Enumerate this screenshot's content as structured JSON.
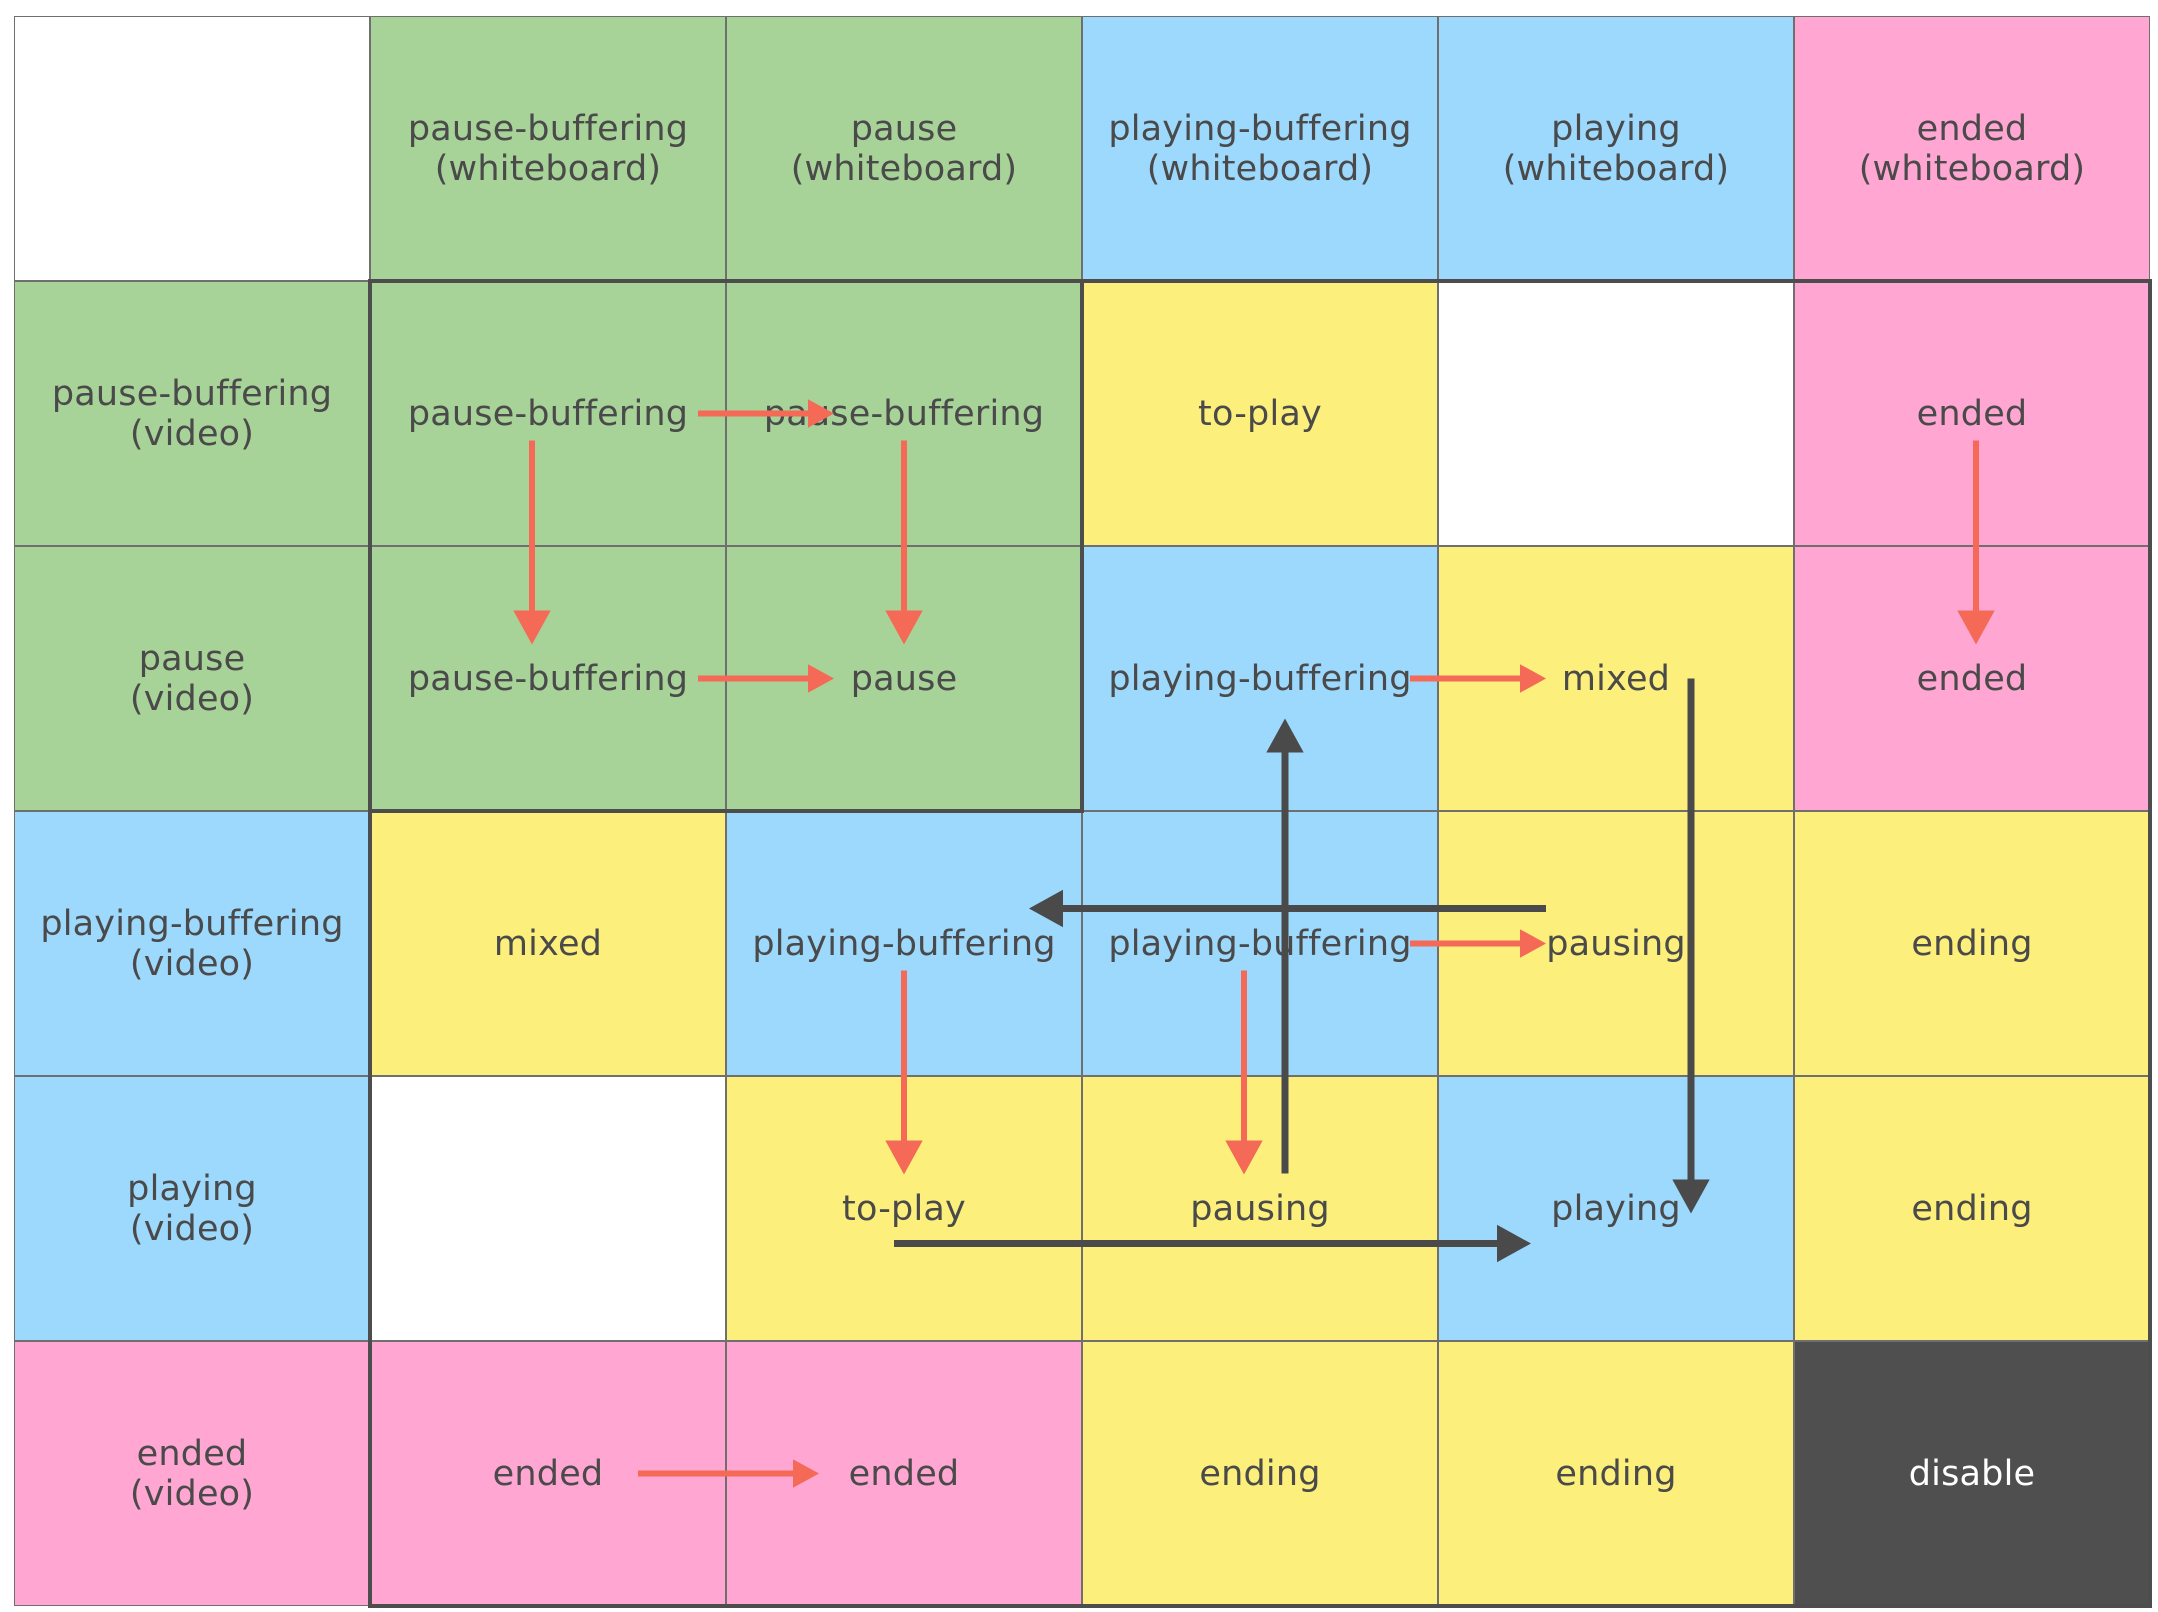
{
  "colors": {
    "green": "#a8d398",
    "blue": "#9dd8fd",
    "pink": "#ffa6d2",
    "yellow": "#fdef7b",
    "white": "#ffffff",
    "dark": "#4f4f4f",
    "arrow_red": "#f46a57",
    "arrow_dark": "#4a4a4a"
  },
  "columns": [
    {
      "lines": [
        "pause-buffering",
        "(whiteboard)"
      ],
      "color": "green"
    },
    {
      "lines": [
        "pause",
        "(whiteboard)"
      ],
      "color": "green"
    },
    {
      "lines": [
        "playing-buffering",
        "(whiteboard)"
      ],
      "color": "blue"
    },
    {
      "lines": [
        "playing",
        "(whiteboard)"
      ],
      "color": "blue"
    },
    {
      "lines": [
        "ended",
        "(whiteboard)"
      ],
      "color": "pink"
    }
  ],
  "rows": [
    {
      "lines": [
        "pause-buffering",
        "(video)"
      ],
      "color": "green"
    },
    {
      "lines": [
        "pause",
        "(video)"
      ],
      "color": "green"
    },
    {
      "lines": [
        "playing-buffering",
        "(video)"
      ],
      "color": "blue"
    },
    {
      "lines": [
        "playing",
        "(video)"
      ],
      "color": "blue"
    },
    {
      "lines": [
        "ended",
        "(video)"
      ],
      "color": "pink"
    }
  ],
  "cells": [
    [
      {
        "text": "pause-buffering",
        "color": "green"
      },
      {
        "text": "pause-buffering",
        "color": "green"
      },
      {
        "text": "to-play",
        "color": "yellow"
      },
      {
        "text": "",
        "color": "white"
      },
      {
        "text": "ended",
        "color": "pink"
      }
    ],
    [
      {
        "text": "pause-buffering",
        "color": "green"
      },
      {
        "text": "pause",
        "color": "green"
      },
      {
        "text": "playing-buffering",
        "color": "blue"
      },
      {
        "text": "mixed",
        "color": "yellow"
      },
      {
        "text": "ended",
        "color": "pink"
      }
    ],
    [
      {
        "text": "mixed",
        "color": "yellow"
      },
      {
        "text": "playing-buffering",
        "color": "blue"
      },
      {
        "text": "playing-buffering",
        "color": "blue"
      },
      {
        "text": "pausing",
        "color": "yellow"
      },
      {
        "text": "ending",
        "color": "yellow"
      }
    ],
    [
      {
        "text": "",
        "color": "white"
      },
      {
        "text": "to-play",
        "color": "yellow"
      },
      {
        "text": "pausing",
        "color": "yellow"
      },
      {
        "text": "playing",
        "color": "blue"
      },
      {
        "text": "ending",
        "color": "yellow"
      }
    ],
    [
      {
        "text": "ended",
        "color": "pink"
      },
      {
        "text": "ended",
        "color": "pink"
      },
      {
        "text": "ending",
        "color": "yellow"
      },
      {
        "text": "ending",
        "color": "yellow"
      },
      {
        "text": "disable",
        "color": "dark"
      }
    ]
  ],
  "transitions": [
    {
      "type": "red",
      "from": [
        0,
        0
      ],
      "to": [
        0,
        1
      ]
    },
    {
      "type": "red",
      "from": [
        0,
        0
      ],
      "to": [
        1,
        0
      ]
    },
    {
      "type": "red",
      "from": [
        0,
        1
      ],
      "to": [
        1,
        1
      ]
    },
    {
      "type": "red",
      "from": [
        0,
        4
      ],
      "to": [
        1,
        4
      ]
    },
    {
      "type": "red",
      "from": [
        1,
        0
      ],
      "to": [
        1,
        1
      ]
    },
    {
      "type": "red",
      "from": [
        1,
        2
      ],
      "to": [
        1,
        3
      ]
    },
    {
      "type": "red",
      "from": [
        2,
        1
      ],
      "to": [
        3,
        1
      ]
    },
    {
      "type": "red",
      "from": [
        2,
        2
      ],
      "to": [
        3,
        2
      ]
    },
    {
      "type": "red",
      "from": [
        2,
        2
      ],
      "to": [
        2,
        3
      ]
    },
    {
      "type": "red",
      "from": [
        4,
        0
      ],
      "to": [
        4,
        1
      ]
    },
    {
      "type": "dark",
      "from": [
        1,
        3
      ],
      "to": [
        3,
        3
      ]
    },
    {
      "type": "dark",
      "from": [
        2,
        3
      ],
      "to": [
        2,
        1
      ]
    },
    {
      "type": "dark",
      "from": [
        3,
        2
      ],
      "to": [
        1,
        2
      ]
    },
    {
      "type": "dark",
      "from": [
        3,
        1
      ],
      "to": [
        3,
        3
      ]
    }
  ]
}
